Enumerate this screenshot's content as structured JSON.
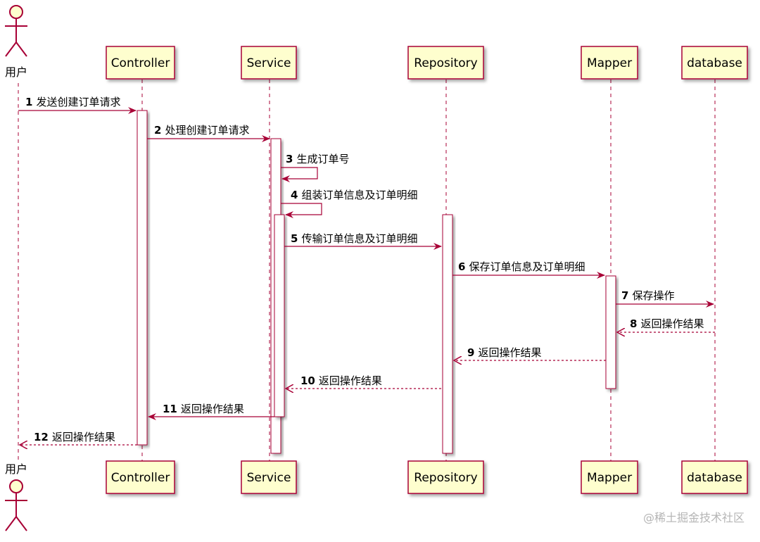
{
  "diagram": {
    "actor": {
      "label": "用户"
    },
    "participants": [
      "Controller",
      "Service",
      "Repository",
      "Mapper",
      "database"
    ],
    "messages": [
      {
        "num": "1",
        "text": "发送创建订单请求",
        "from": "user",
        "to": "Controller",
        "style": "solid"
      },
      {
        "num": "2",
        "text": "处理创建订单请求",
        "from": "Controller",
        "to": "Service",
        "style": "solid"
      },
      {
        "num": "3",
        "text": "生成订单号",
        "from": "Service",
        "to": "Service",
        "style": "self"
      },
      {
        "num": "4",
        "text": "组装订单信息及订单明细",
        "from": "Service",
        "to": "Service",
        "style": "self"
      },
      {
        "num": "5",
        "text": "传输订单信息及订单明细",
        "from": "Service",
        "to": "Repository",
        "style": "solid"
      },
      {
        "num": "6",
        "text": "保存订单信息及订单明细",
        "from": "Repository",
        "to": "Mapper",
        "style": "solid"
      },
      {
        "num": "7",
        "text": "保存操作",
        "from": "Mapper",
        "to": "database",
        "style": "solid"
      },
      {
        "num": "8",
        "text": "返回操作结果",
        "from": "database",
        "to": "Mapper",
        "style": "dashed"
      },
      {
        "num": "9",
        "text": "返回操作结果",
        "from": "Mapper",
        "to": "Repository",
        "style": "dashed"
      },
      {
        "num": "10",
        "text": "返回操作结果",
        "from": "Repository",
        "to": "Service",
        "style": "dashed"
      },
      {
        "num": "11",
        "text": "返回操作结果",
        "from": "Service",
        "to": "Controller",
        "style": "solid"
      },
      {
        "num": "12",
        "text": "返回操作结果",
        "from": "Controller",
        "to": "user",
        "style": "dashed"
      }
    ],
    "colors": {
      "arrow": "#a80036",
      "box_fill": "#fefece",
      "box_border": "#a80036",
      "lifeline": "#a80036",
      "activation_fill": "#ffffff"
    }
  },
  "watermark": "@稀土掘金技术社区"
}
